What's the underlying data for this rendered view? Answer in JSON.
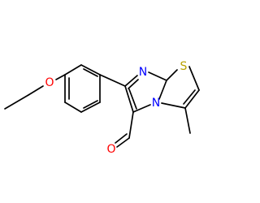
{
  "colors": {
    "bond": "#000000",
    "oxygen": "#ff0000",
    "nitrogen": "#0000ff",
    "sulfur": "#b8a000",
    "background": "#ffffff"
  },
  "atoms": {
    "ether_oxygen": "O",
    "aldehyde_oxygen": "O",
    "imidazole_nitrogen": "N",
    "bridgehead_nitrogen": "N",
    "sulfur": "S"
  }
}
